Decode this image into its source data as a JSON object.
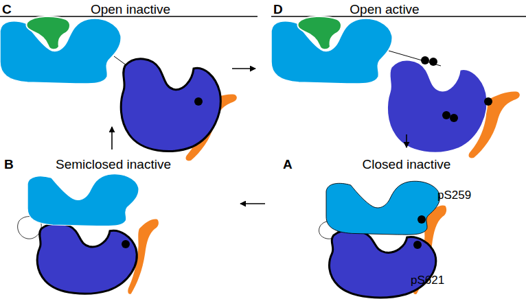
{
  "diagram": {
    "nodes": [
      {
        "text": [
          "C",
          "Open inactive"
        ]
      },
      {
        "text": [
          "D",
          "Open active"
        ]
      },
      {
        "text": [
          "B",
          "Semiclosed inactive"
        ]
      },
      {
        "text": [
          "A",
          "Closed inactive"
        ]
      }
    ],
    "edges": [
      {
        "from": 0,
        "to": 1,
        "arrow": "to"
      },
      {
        "from": 1,
        "to": 3,
        "arrow": "to"
      },
      {
        "from": 3,
        "to": 2,
        "arrow": "to"
      },
      {
        "from": 2,
        "to": 0,
        "arrow": "to"
      }
    ],
    "labels": [
      "pS259",
      "pS621"
    ]
  }
}
